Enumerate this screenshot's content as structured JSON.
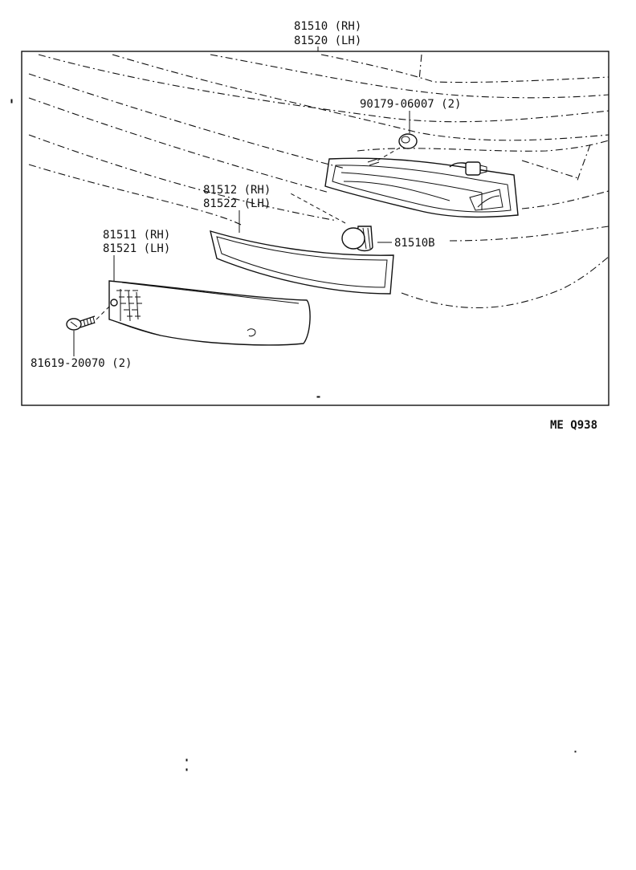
{
  "labels": {
    "housing_rh": "81510 (RH)",
    "housing_lh": "81520 (LH)",
    "nut": "90179-06007 (2)",
    "reflector_rh": "81512 (RH)",
    "reflector_lh": "81522 (LH)",
    "lens_rh": "81511 (RH)",
    "lens_lh": "81521 (LH)",
    "bulb": "81510B",
    "screw": "81619-20070 (2)"
  },
  "figure_code": "ME Q938",
  "colors": {
    "ink": "#111111",
    "paper": "#ffffff"
  }
}
